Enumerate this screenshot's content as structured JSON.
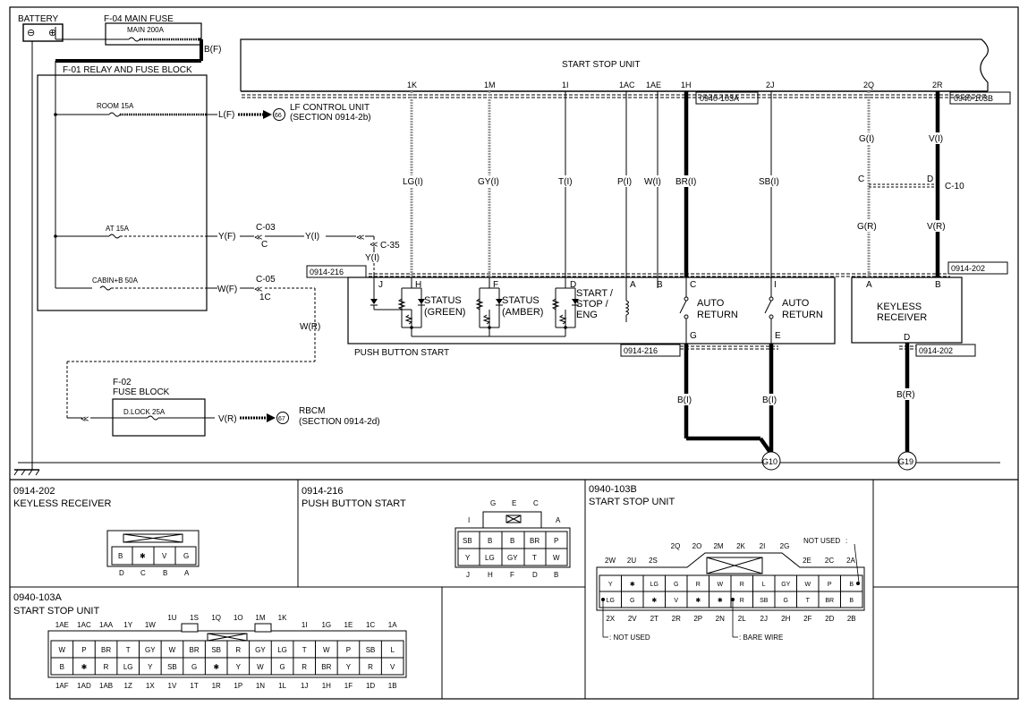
{
  "battery": {
    "label": "BATTERY",
    "minus": "⊖",
    "plus": "⊕"
  },
  "main_fuse": {
    "title": "F-04  MAIN FUSE",
    "label": "MAIN 200A",
    "wire": "B(F)"
  },
  "relay_block": {
    "title": "F-01  RELAY AND FUSE BLOCK"
  },
  "fuses": {
    "room": {
      "label": "ROOM 15A",
      "wire": "L(F)",
      "ref": "66",
      "dest": "LF CONTROL UNIT",
      "section": "(SECTION 0914-2b)"
    },
    "at": {
      "label": "AT 15A",
      "wire": "Y(F)",
      "conn": "C-03",
      "pin": "C",
      "wire2": "Y(I)",
      "conn2": "C-35",
      "wire3": "Y(I)"
    },
    "cabin": {
      "label": "CABIN+B 50A",
      "wire": "W(F)",
      "conn": "C-05",
      "pin": "1C",
      "wire2": "W(R)"
    }
  },
  "fuse_block": {
    "title1": "F-02",
    "title2": "FUSE BLOCK",
    "label": "D.LOCK 25A",
    "wire": "V(R)",
    "ref": "67",
    "dest": "RBCM",
    "section": "(SECTION 0914-2d)"
  },
  "ssu": {
    "label": "START STOP UNIT",
    "conn_a": "0940-103A",
    "conn_b": "0940-103B"
  },
  "pins_top": {
    "k1": "1K",
    "m1": "1M",
    "i1": "1I",
    "ac1": "1AC",
    "ae1": "1AE",
    "h1": "1H",
    "j2": "2J",
    "q2": "2Q",
    "r2": "2R"
  },
  "wires": {
    "lg": "LG(I)",
    "gy": "GY(I)",
    "t": "T(I)",
    "p": "P(I)",
    "w": "W(I)",
    "br": "BR(I)",
    "sb": "SB(I)",
    "gi": "G(I)",
    "vi": "V(I)",
    "gr": "G(R)",
    "vr": "V(R)",
    "bi1": "B(I)",
    "bi2": "B(I)",
    "br2": "B(R)"
  },
  "splice": {
    "c": "C",
    "d": "D",
    "conn": "C-10"
  },
  "pbs": {
    "conn": "0914-216",
    "conn2": "0914-216",
    "label": "PUSH BUTTON START",
    "pins": {
      "j": "J",
      "h": "H",
      "f": "F",
      "d": "D",
      "a": "A",
      "b": "B",
      "c": "C",
      "i": "I",
      "g": "G",
      "e": "E"
    },
    "status_green": [
      "STATUS",
      "(GREEN)"
    ],
    "status_amber": [
      "STATUS",
      "(AMBER)"
    ],
    "start_stop": [
      "START /",
      "STOP /",
      "ENG"
    ],
    "auto_return1": [
      "AUTO",
      "RETURN"
    ],
    "auto_return2": [
      "AUTO",
      "RETURN"
    ]
  },
  "keyless": {
    "conn": "0914-202",
    "conn2": "0914-202",
    "label": [
      "KEYLESS",
      "RECEIVER"
    ],
    "pins": {
      "a": "A",
      "b": "B",
      "d": "D"
    }
  },
  "grounds": {
    "g10": "G10",
    "g19": "G19"
  },
  "panels": {
    "p202": {
      "id": "0914-202",
      "title": "KEYLESS RECEIVER",
      "cells": [
        "B",
        "✱",
        "V",
        "G"
      ],
      "bottom": [
        "D",
        "C",
        "B",
        "A"
      ]
    },
    "p216": {
      "id": "0914-216",
      "title": "PUSH BUTTON START",
      "top": [
        "G",
        "E",
        "C"
      ],
      "side_l": "I",
      "side_r": "A",
      "row1": [
        "SB",
        "B",
        "B",
        "BR",
        "P"
      ],
      "row2": [
        "Y",
        "LG",
        "GY",
        "T",
        "W"
      ],
      "bottom": [
        "J",
        "H",
        "F",
        "D",
        "B"
      ]
    },
    "p103a": {
      "id": "0940-103A",
      "title": "START STOP UNIT",
      "top": [
        "1AE",
        "1AC",
        "1AA",
        "1Y",
        "1W",
        "1U",
        "1S",
        "1Q",
        "1O",
        "1M",
        "1K",
        "1I",
        "1G",
        "1E",
        "1C",
        "1A"
      ],
      "row1": [
        "W",
        "P",
        "BR",
        "T",
        "GY",
        "W",
        "BR",
        "SB",
        "R",
        "GY",
        "LG",
        "T",
        "W",
        "P",
        "SB",
        "L"
      ],
      "row2": [
        "B",
        "✱",
        "R",
        "LG",
        "Y",
        "SB",
        "G",
        "✱",
        "Y",
        "W",
        "G",
        "R",
        "BR",
        "Y",
        "R",
        "V"
      ],
      "bottom": [
        "1AF",
        "1AD",
        "1AB",
        "1Z",
        "1X",
        "1V",
        "1T",
        "1R",
        "1P",
        "1N",
        "1L",
        "1J",
        "1H",
        "1F",
        "1D",
        "1B"
      ]
    },
    "p103b": {
      "id": "0940-103B",
      "title": "START STOP UNIT",
      "not_used_top": "NOT USED",
      "top_high": [
        "2Q",
        "2O",
        "2M",
        "2K",
        "2I",
        "2G"
      ],
      "top_low_l": [
        "2W",
        "2U",
        "2S"
      ],
      "top_low_r": [
        "2E",
        "2C",
        "2A"
      ],
      "row1": [
        "Y",
        "✱",
        "LG",
        "G",
        "R",
        "W",
        "R",
        "L",
        "GY",
        "W",
        "P",
        "B"
      ],
      "row2": [
        "LG",
        "G",
        "✱",
        "V",
        "✱",
        "✱",
        "R",
        "SB",
        "G",
        "T",
        "BR",
        "B"
      ],
      "bottom": [
        "2X",
        "2V",
        "2T",
        "2R",
        "2P",
        "2N",
        "2L",
        "2J",
        "2H",
        "2F",
        "2D",
        "2B"
      ],
      "not_used": ": NOT USED",
      "bare_wire": ": BARE WIRE"
    }
  }
}
